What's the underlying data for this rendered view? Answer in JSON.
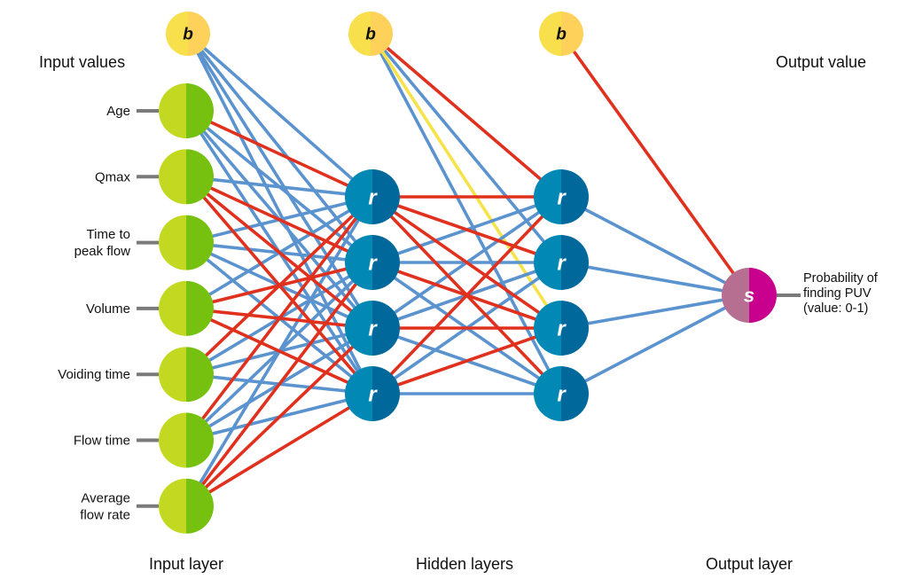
{
  "headings": {
    "input_values": "Input values",
    "output_value": "Output value",
    "input_layer": "Input layer",
    "hidden_layers": "Hidden layers",
    "output_layer": "Output layer"
  },
  "inputs": [
    {
      "label_lines": [
        "Age"
      ]
    },
    {
      "label_lines": [
        "Qmax"
      ]
    },
    {
      "label_lines": [
        "Time to",
        "peak flow"
      ]
    },
    {
      "label_lines": [
        "Volume"
      ]
    },
    {
      "label_lines": [
        "Voiding time"
      ]
    },
    {
      "label_lines": [
        "Flow time"
      ]
    },
    {
      "label_lines": [
        "Average",
        "flow rate"
      ]
    }
  ],
  "hidden_layer_1": {
    "size": 4,
    "symbol": "r"
  },
  "hidden_layer_2": {
    "size": 4,
    "symbol": "r"
  },
  "output_node": {
    "symbol": "s",
    "label_lines": [
      "Probability of",
      "finding PUV",
      "(value: 0-1)"
    ]
  },
  "bias_symbol": "b",
  "colors": {
    "positive": "#5b93cf",
    "negative": "#e0301e",
    "neutral": "#f6e34a",
    "input_left": "#c3d820",
    "input_right": "#76c10f",
    "hidden_left": "#0188b4",
    "hidden_right": "#00689a",
    "bias_left": "#f7e04c",
    "bias_right": "#fdd15a",
    "output_left": "#b66f91",
    "output_right": "#c8008d",
    "stub": "#7a7a7a"
  },
  "connections": {
    "bias1_to_h1": [
      "blue",
      "blue",
      "blue",
      "blue"
    ],
    "input_to_h1": [
      [
        "red",
        "blue",
        "blue",
        "blue"
      ],
      [
        "blue",
        "red",
        "red",
        "red"
      ],
      [
        "blue",
        "blue",
        "blue",
        "blue"
      ],
      [
        "blue",
        "red",
        "red",
        "red"
      ],
      [
        "red",
        "blue",
        "blue",
        "blue"
      ],
      [
        "red",
        "blue",
        "blue",
        "blue"
      ],
      [
        "blue",
        "red",
        "red",
        "red"
      ]
    ],
    "bias2_to_h2": [
      "red",
      "blue",
      "yellow",
      "blue"
    ],
    "h1_to_h2": [
      [
        "red",
        "red",
        "red",
        "red"
      ],
      [
        "blue",
        "blue",
        "red",
        "blue"
      ],
      [
        "blue",
        "blue",
        "red",
        "blue"
      ],
      [
        "red",
        "blue",
        "red",
        "blue"
      ]
    ],
    "bias3_to_output": "red",
    "h2_to_output": [
      "blue",
      "blue",
      "blue",
      "blue"
    ]
  }
}
